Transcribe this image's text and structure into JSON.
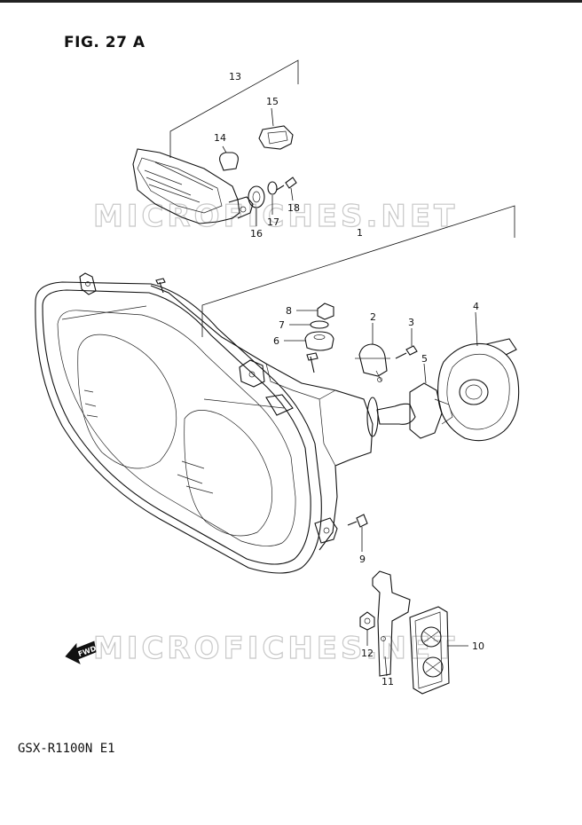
{
  "figure": {
    "title": "FIG. 27 A",
    "model_code": "GSX-R1100N E1"
  },
  "watermark": {
    "text_upper": "MICROFICHES.NET",
    "text_lower": "MICROFICHES.NET"
  },
  "direction_arrow": {
    "label": "FWD"
  },
  "callouts": {
    "c1": "1",
    "c2": "2",
    "c3": "3",
    "c4": "4",
    "c5": "5",
    "c6": "6",
    "c7": "7",
    "c8": "8",
    "c9": "9",
    "c10": "10",
    "c11": "11",
    "c12": "12",
    "c13": "13",
    "c14": "14",
    "c15": "15",
    "c16": "16",
    "c17": "17",
    "c18": "18"
  }
}
